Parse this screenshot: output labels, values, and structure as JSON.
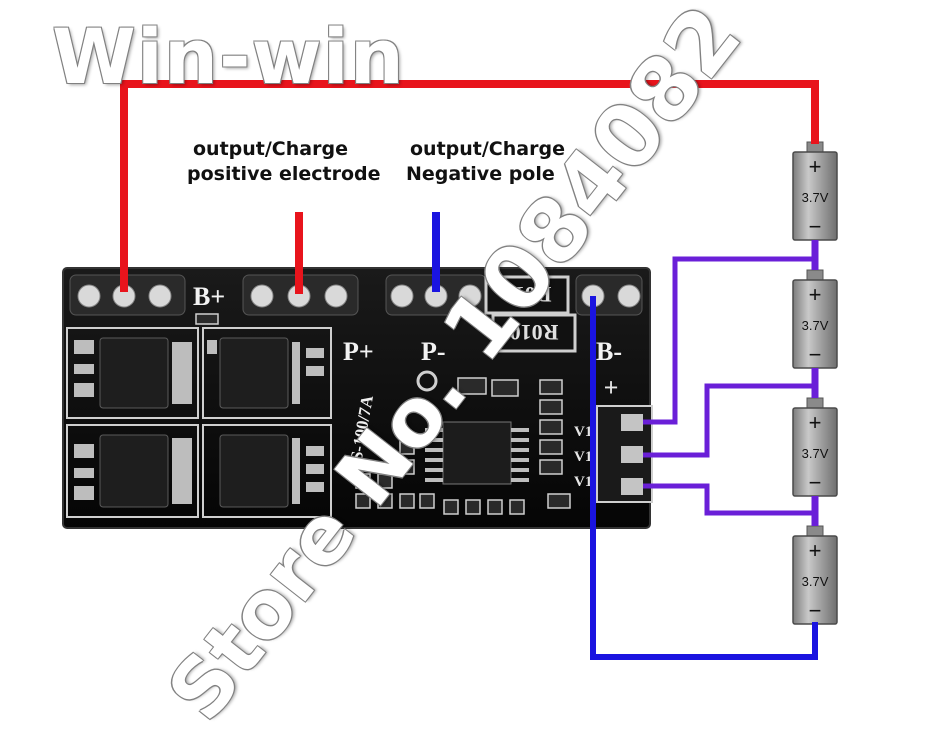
{
  "labels": {
    "positive_line1": "output/Charge",
    "positive_line2": "positive electrode",
    "negative_line1": "output/Charge",
    "negative_line2": "Negative pole"
  },
  "board": {
    "pads": [
      "B+",
      "P+",
      "P-",
      "B-"
    ],
    "resistor_top": "R010",
    "resistor_bottom": "R010",
    "model": "2S-100/7A",
    "sense_pins": [
      "V1",
      "V1",
      "V1"
    ],
    "plus_mark": "+"
  },
  "cells": [
    {
      "plus": "+",
      "voltage": "3.7V",
      "minus": "−"
    },
    {
      "plus": "+",
      "voltage": "3.7V",
      "minus": "−"
    },
    {
      "plus": "+",
      "voltage": "3.7V",
      "minus": "−"
    },
    {
      "plus": "+",
      "voltage": "3.7V",
      "minus": "−"
    }
  ],
  "watermarks": {
    "brand": "Win-win",
    "store_id": "1084082",
    "store": "Store No."
  },
  "colors": {
    "positive_wire": "#e8141c",
    "negative_wire": "#1a14e0",
    "balance_wire": "#6a1fd8",
    "board": "#0c0c0c",
    "cell_body": "#9a9a9a",
    "cell_highlight": "#c8c8c8"
  }
}
